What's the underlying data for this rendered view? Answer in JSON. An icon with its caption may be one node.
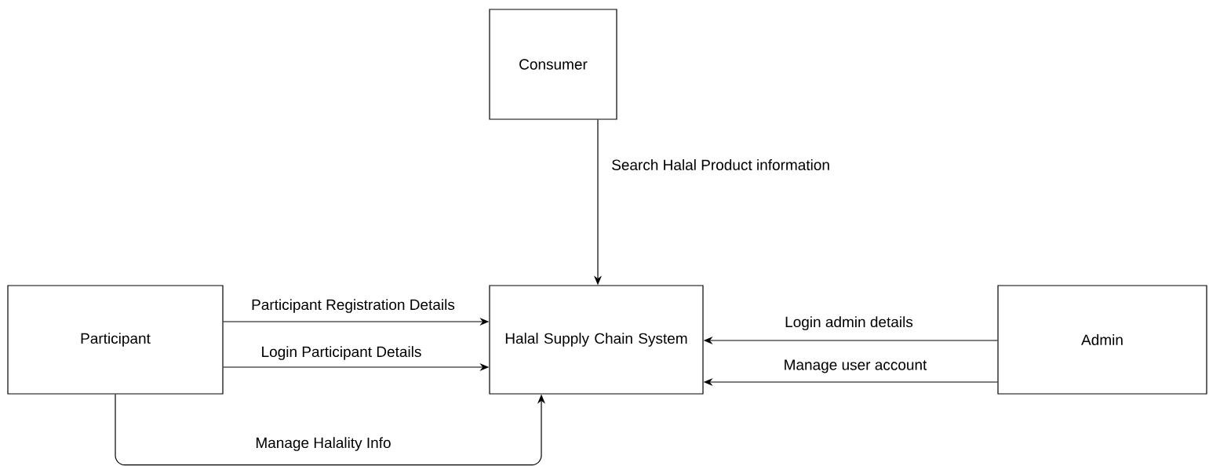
{
  "diagram": {
    "nodes": [
      {
        "text": [
          "Consumer"
        ]
      },
      {
        "text": [
          "Participant"
        ]
      },
      {
        "text": [
          "Halal Supply Chain System"
        ]
      },
      {
        "text": [
          "Admin"
        ]
      }
    ],
    "edges": [
      {
        "from": 0,
        "to": 2,
        "arrow": "to",
        "label": "Search Halal Product information"
      },
      {
        "from": 1,
        "to": 2,
        "arrow": "to",
        "label": "Participant Registration Details"
      },
      {
        "from": 1,
        "to": 2,
        "arrow": "to",
        "label": "Login Participant Details"
      },
      {
        "from": 1,
        "to": 2,
        "arrow": "to",
        "label": "Manage Halality Info"
      },
      {
        "from": 3,
        "to": 2,
        "arrow": "to",
        "label": "Login admin details"
      },
      {
        "from": 3,
        "to": 2,
        "arrow": "to",
        "label": "Manage user account"
      }
    ]
  }
}
